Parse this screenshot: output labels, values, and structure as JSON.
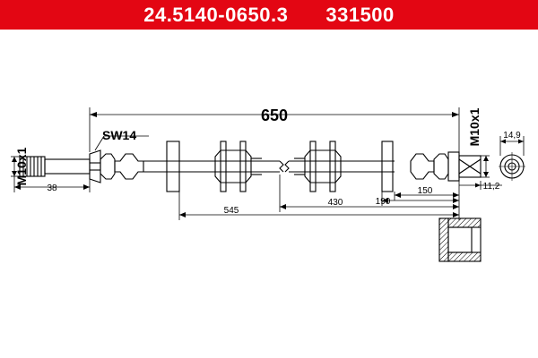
{
  "header": {
    "part_number": "24.5140-0650.3",
    "ref_number": "331500",
    "bg_color": "#e30613"
  },
  "drawing": {
    "length_label": "650",
    "thread_left": "M10x1",
    "thread_right": "M10x1",
    "wrench_size": "SW14",
    "dim_38": "38",
    "dim_545": "545",
    "dim_430": "430",
    "dim_190": "190",
    "dim_150": "150",
    "dim_14_9": "14,9",
    "dim_11_2": "11,2"
  }
}
